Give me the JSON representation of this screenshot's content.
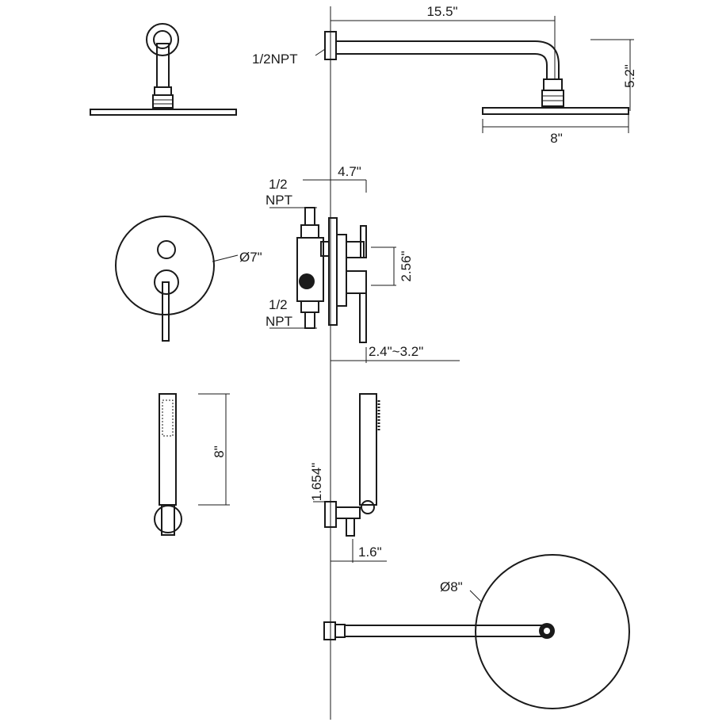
{
  "dimensions": {
    "arm_length": "15.5\"",
    "arm_thread": "1/2NPT",
    "arm_drop": "5.2\"",
    "head_width": "8\"",
    "valve_top_thread_1": "1/2",
    "valve_top_thread_2": "NPT",
    "valve_depth": "4.7\"",
    "trim_diameter": "Ø7\"",
    "handle_spacing": "2.56\"",
    "valve_bottom_thread_1": "1/2",
    "valve_bottom_thread_2": "NPT",
    "wall_range": "2.4\"~3.2\"",
    "handshower_length": "8\"",
    "holder_height": "1.654\"",
    "holder_projection": "1.6\"",
    "spout_plate_diameter": "Ø8\""
  }
}
